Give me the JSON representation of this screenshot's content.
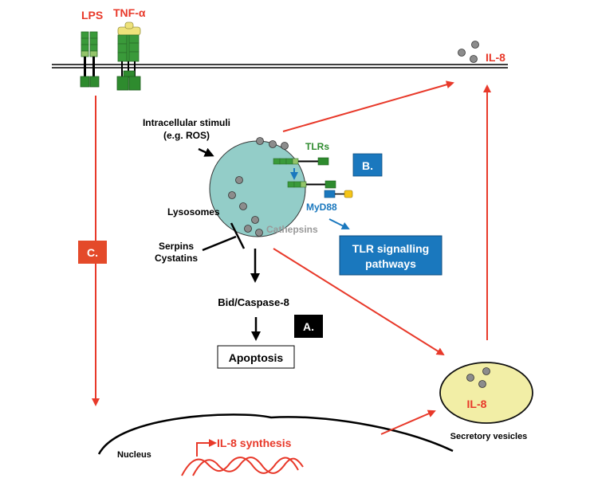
{
  "title": "Cathepsin-mediated pathways diagram",
  "colors": {
    "red": "#e8392a",
    "green_dark": "#2e8b2e",
    "green_mid": "#3a9a3a",
    "green_light": "#94c46a",
    "yellow": "#eee27a",
    "lysosome_fill": "#93cdc8",
    "vesicle_fill": "#f2eea6",
    "blue": "#1a78be",
    "granule": "#8c8c8c",
    "box_c": "#e44a2a",
    "box_a": "#000000"
  },
  "receptors": {
    "lps_label": "LPS",
    "tnf_label": "TNF-α"
  },
  "membrane": {
    "il8_label": "IL-8"
  },
  "lysosome": {
    "stimuli_label_line1": "Intracellular stimuli",
    "stimuli_label_line2": "(e.g. ROS)",
    "lysosomes_label": "Lysosomes",
    "cathepsins_label": "Cathepsins",
    "tlrs_label": "TLRs",
    "myd88_label": "MyD88"
  },
  "inhibitors": {
    "line1": "Serpins",
    "line2": "Cystatins"
  },
  "pathway_a": {
    "badge": "A.",
    "bid_label": "Bid/Caspase-8",
    "apoptosis_label": "Apoptosis"
  },
  "pathway_b": {
    "badge": "B.",
    "tlr_box_line1": "TLR signalling",
    "tlr_box_line2": "pathways"
  },
  "pathway_c": {
    "badge": "C."
  },
  "nucleus": {
    "label": "Nucleus",
    "synthesis_label": "IL-8 synthesis"
  },
  "vesicle": {
    "il8_label": "IL-8",
    "caption": "Secretory vesicles"
  }
}
